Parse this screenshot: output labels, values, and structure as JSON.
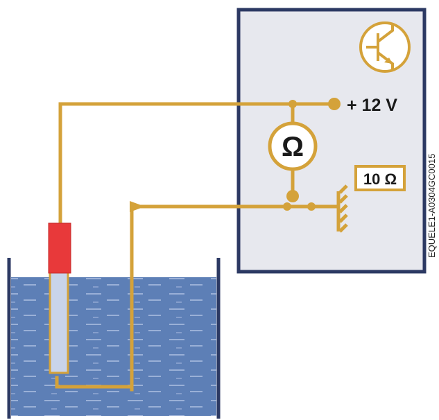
{
  "labels": {
    "supply": "+ 12 V",
    "ohm_symbol": "Ω",
    "resistor": "10 Ω",
    "document_code": "EQUELE1-A0304GC0015"
  },
  "colors": {
    "wire": "#d4a23a",
    "panel_fill": "#e7e8ee",
    "panel_border": "#2c3963",
    "water": "#5d7fb6",
    "probe_red": "#e8393a",
    "probe_tube": "#c9d4ea",
    "tank_wall": "#2c3963"
  },
  "icons": {
    "transistor": "transistor-icon",
    "ohmmeter": "ohmmeter-icon",
    "ground": "ground-icon",
    "terminal": "terminal-arrow-icon"
  }
}
